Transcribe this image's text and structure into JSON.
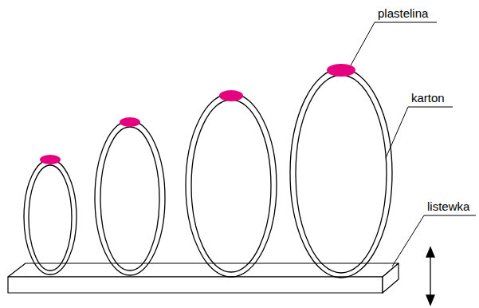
{
  "diagram": {
    "labels": [
      "plastelina",
      "karton",
      "listewka"
    ]
  }
}
